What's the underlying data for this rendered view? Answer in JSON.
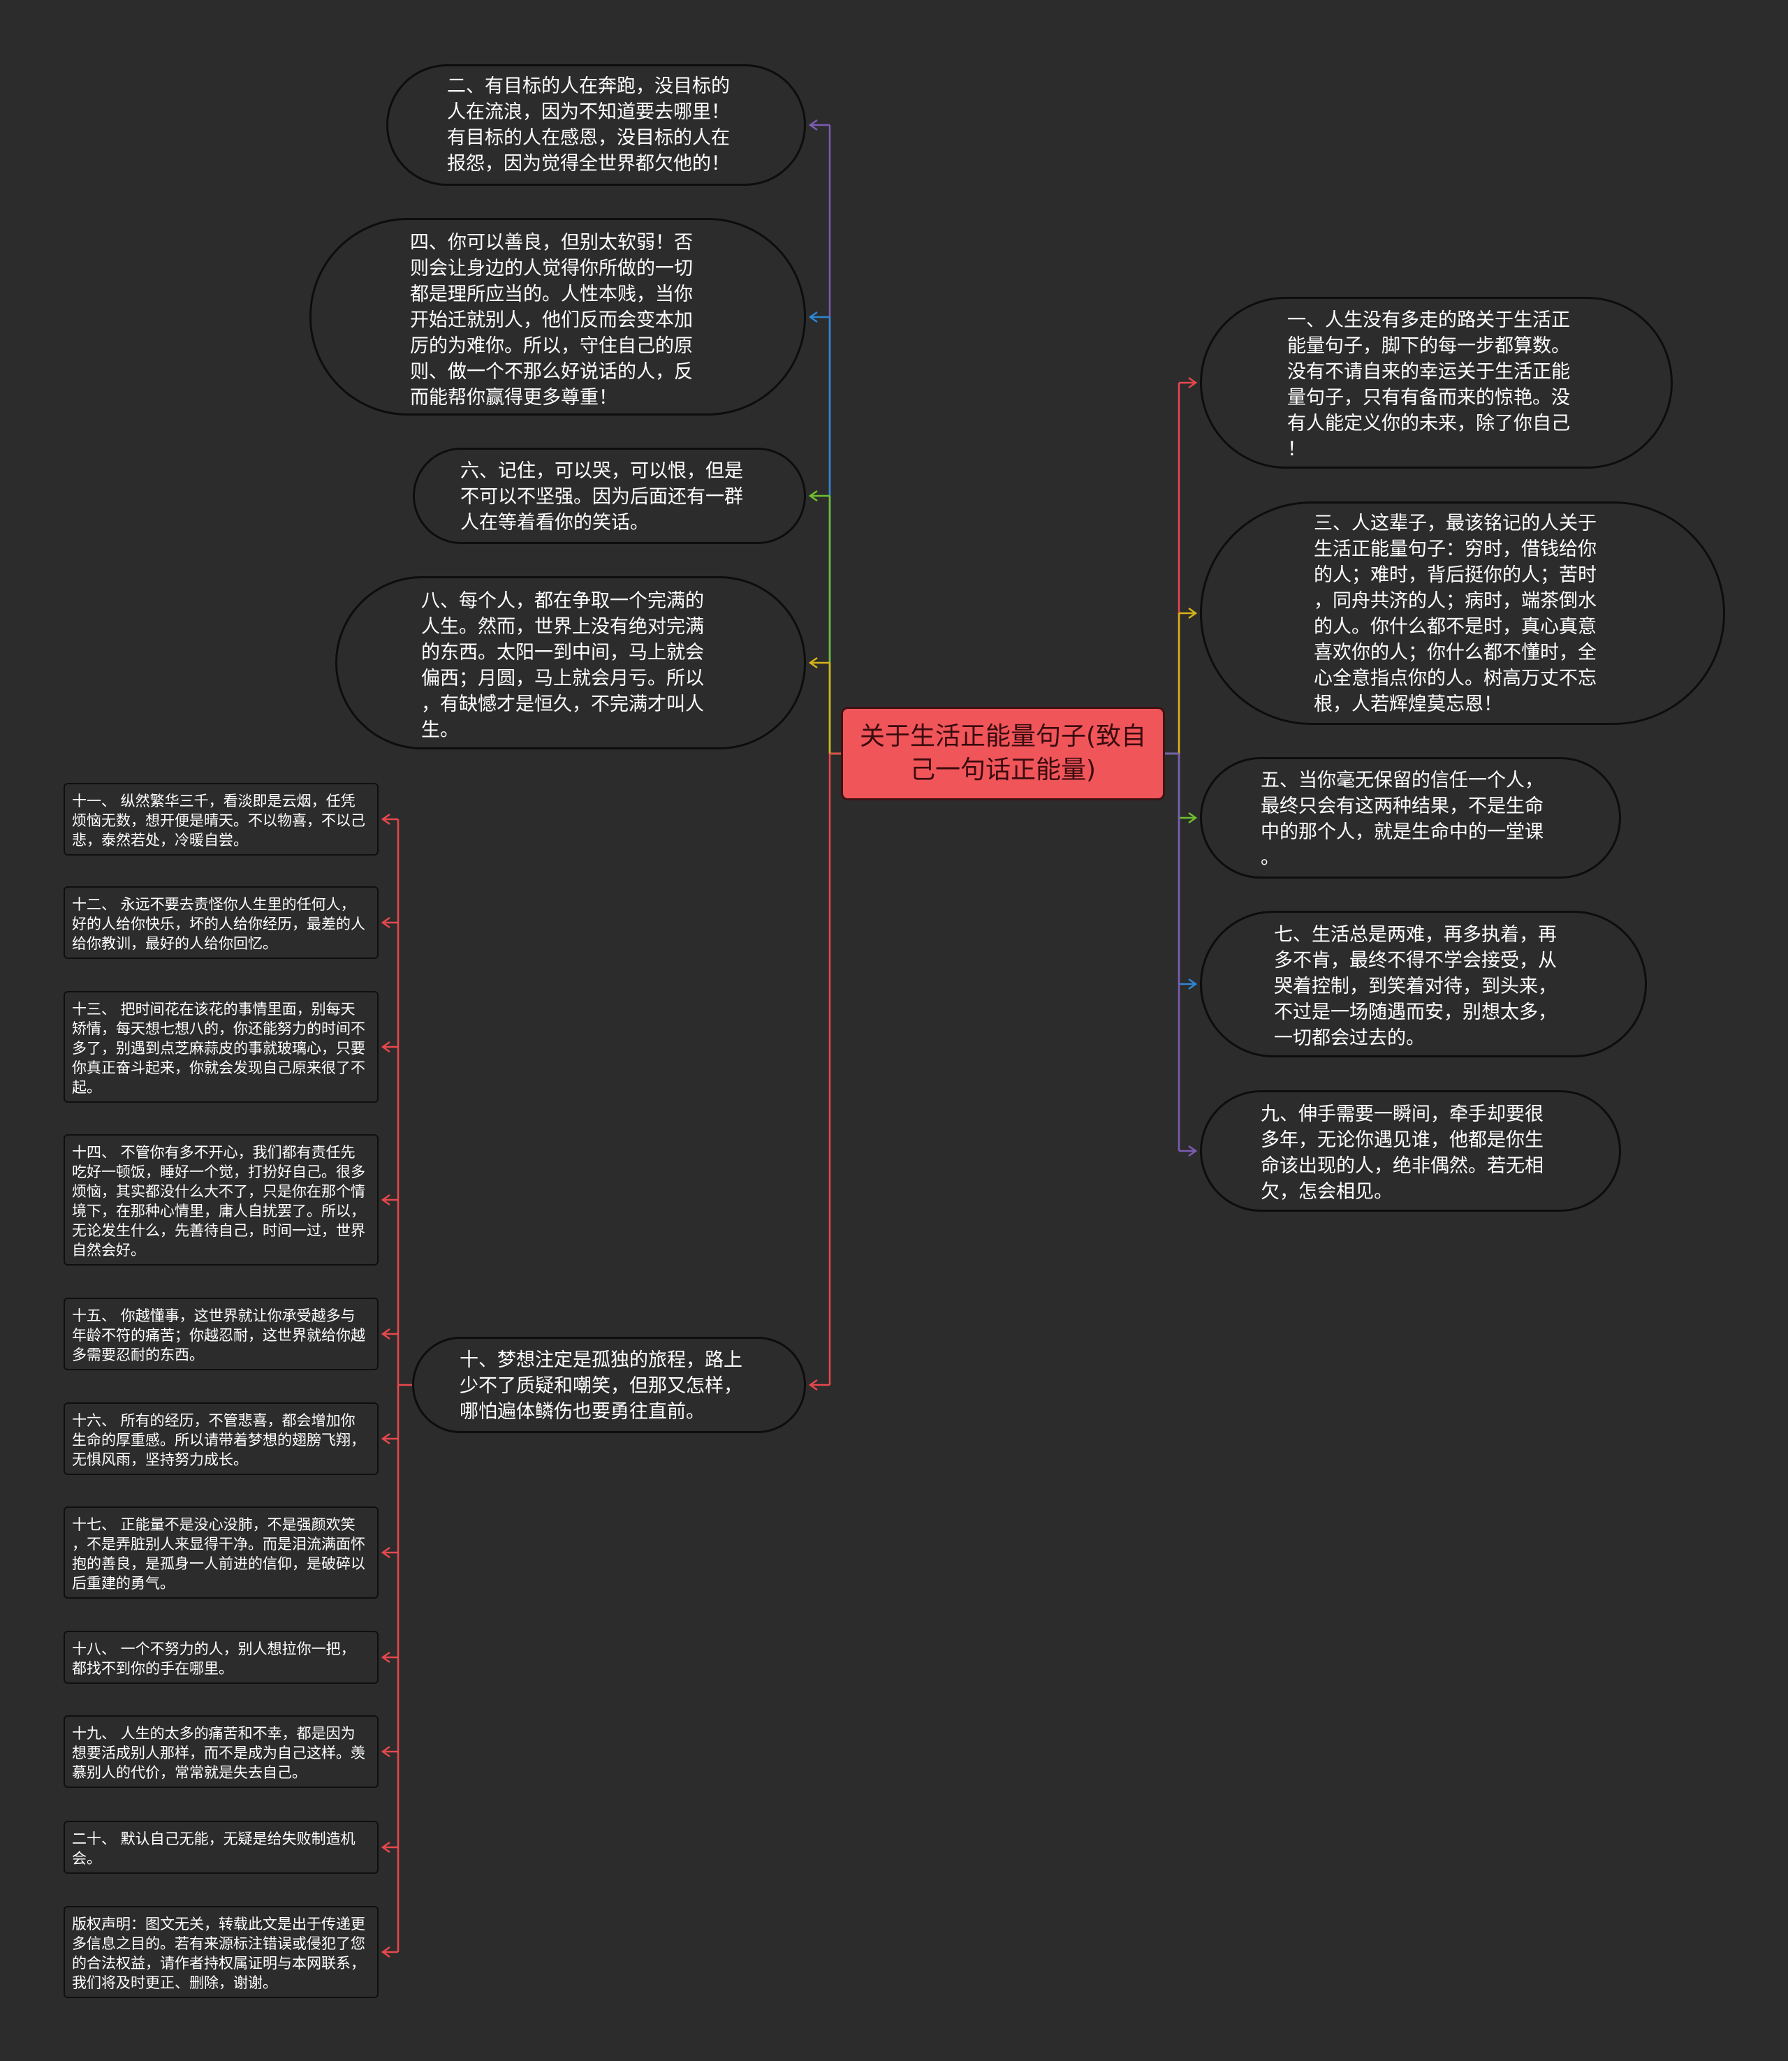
{
  "root": {
    "label": "关于生活正能量句子(致自己一句话正能量)"
  },
  "left_branches": [
    {
      "id": "l2",
      "text": "二、有目标的人在奔跑，没目标的\n人在流浪，因为不知道要去哪里！\n有目标的人在感恩，没目标的人在\n报怨，因为觉得全世界都欠他的！",
      "color": "#7b5cb0"
    },
    {
      "id": "l4",
      "text": "四、你可以善良，但别太软弱！否\n则会让身边的人觉得你所做的一切\n都是理所应当的。人性本贱，当你\n开始迁就别人，他们反而会变本加\n厉的为难你。所以，守住自己的原\n则、做一个不那么好说话的人，反\n而能帮你赢得更多尊重！",
      "color": "#2e86d1"
    },
    {
      "id": "l6",
      "text": "六、记住，可以哭，可以恨，但是\n不可以不坚强。因为后面还有一群\n人在等着看你的笑话。",
      "color": "#6fbf2e"
    },
    {
      "id": "l8",
      "text": "八、每个人，都在争取一个完满的\n人生。然而，世界上没有绝对完满\n的东西。太阳一到中间，马上就会\n偏西；月圆，马上就会月亏。所以\n，有缺憾才是恒久，不完满才叫人\n生。",
      "color": "#d6b418"
    },
    {
      "id": "l10",
      "text": "十、梦想注定是孤独的旅程，路上\n少不了质疑和嘲笑，但那又怎样，\n哪怕遍体鳞伤也要勇往直前。",
      "color": "#e8474c"
    }
  ],
  "right_branches": [
    {
      "id": "r1",
      "text": "一、人生没有多走的路关于生活正\n能量句子，脚下的每一步都算数。\n没有不请自来的幸运关于生活正能\n量句子，只有有备而来的惊艳。没\n有人能定义你的未来，除了你自己\n！",
      "color": "#e8474c"
    },
    {
      "id": "r3",
      "text": "三、人这辈子，最该铭记的人关于\n生活正能量句子：穷时，借钱给你\n的人；难时，背后挺你的人；苦时\n，同舟共济的人；病时，端茶倒水\n的人。你什么都不是时，真心真意\n喜欢你的人；你什么都不懂时，全\n心全意指点你的人。树高万丈不忘\n根，人若辉煌莫忘恩！",
      "color": "#d6b418"
    },
    {
      "id": "r5",
      "text": "五、当你毫无保留的信任一个人，\n最终只会有这两种结果，不是生命\n中的那个人，就是生命中的一堂课\n。",
      "color": "#6fbf2e"
    },
    {
      "id": "r7",
      "text": "七、生活总是两难，再多执着，再\n多不肯，最终不得不学会接受，从\n哭着控制，到笑着对待，到头来，\n不过是一场随遇而安，别想太多，\n一切都会过去的。",
      "color": "#2e86d1"
    },
    {
      "id": "r9",
      "text": "九、伸手需要一瞬间，牵手却要很\n多年，无论你遇见谁，他都是你生\n命该出现的人，绝非偶然。若无相\n欠，怎会相见。",
      "color": "#7b5cb0"
    }
  ],
  "sub_items": [
    "十一、 纵然繁华三千，看淡即是云烟，任凭\n烦恼无数，想开便是晴天。不以物喜，不以己\n悲，泰然若处，冷暖自尝。",
    "十二、 永远不要去责怪你人生里的任何人，\n好的人给你快乐，坏的人给你经历，最差的人\n给你教训，最好的人给你回忆。",
    "十三、 把时间花在该花的事情里面，别每天\n矫情，每天想七想八的，你还能努力的时间不\n多了，别遇到点芝麻蒜皮的事就玻璃心，只要\n你真正奋斗起来，你就会发现自己原来很了不\n起。",
    "十四、 不管你有多不开心，我们都有责任先\n吃好一顿饭，睡好一个觉，打扮好自己。很多\n烦恼，其实都没什么大不了，只是你在那个情\n境下，在那种心情里，庸人自扰罢了。所以，\n无论发生什么，先善待自己，时间一过，世界\n自然会好。",
    "十五、 你越懂事，这世界就让你承受越多与\n年龄不符的痛苦；你越忍耐，这世界就给你越\n多需要忍耐的东西。",
    "十六、 所有的经历，不管悲喜，都会增加你\n生命的厚重感。所以请带着梦想的翅膀飞翔，\n无惧风雨，坚持努力成长。",
    "十七、 正能量不是没心没肺，不是强颜欢笑\n，不是弄脏别人来显得干净。而是泪流满面怀\n抱的善良，是孤身一人前进的信仰，是破碎以\n后重建的勇气。",
    "十八、 一个不努力的人，别人想拉你一把，\n都找不到你的手在哪里。",
    "十九、 人生的太多的痛苦和不幸，都是因为\n想要活成别人那样，而不是成为自己这样。羡\n慕别人的代价，常常就是失去自己。",
    "二十、 默认自己无能，无疑是给失败制造机\n会。",
    "版权声明：图文无关，转载此文是出于传递更\n多信息之目的。若有来源标注错误或侵犯了您\n的合法权益，请作者持权属证明与本网联系，\n我们将及时更正、删除，谢谢。"
  ],
  "colors": {
    "background": "#2c2c2c",
    "root_fill": "#f0555a",
    "sub_connector": "#e8474c"
  }
}
